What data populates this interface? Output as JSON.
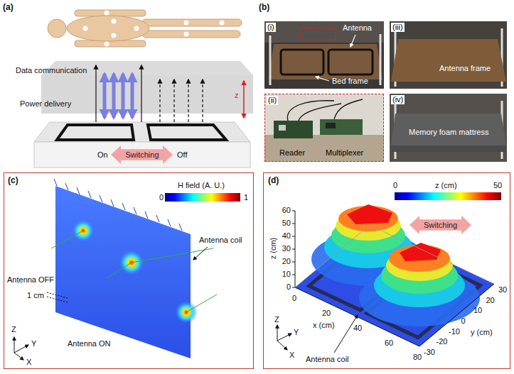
{
  "diagram": {
    "nodes": [
      {
        "text": [
          "Switching"
        ]
      },
      {
        "text": [
          "(i)",
          "Antenna",
          "Bed frame"
        ]
      },
      {
        "text": [
          "(ii)",
          "Reader",
          "Multiplexer"
        ]
      },
      {
        "text": [
          "(iii)",
          "Antenna frame"
        ]
      },
      {
        "text": [
          "(iv)",
          "Memory foam mattress"
        ]
      },
      {
        "text": [
          "(c)"
        ]
      },
      {
        "text": [
          "(d)"
        ]
      },
      {
        "text": [
          "Switching"
        ],
        "in": 6
      }
    ],
    "labels": [
      "(a)",
      "Data communication",
      "Power delivery",
      "z",
      "On",
      "Off",
      "(b)",
      "H field (A. U.)",
      "0",
      "1",
      "Antenna coil",
      "Antenna OFF",
      "1 cm",
      "Antenna ON",
      "Z",
      "Y",
      "X",
      "z (cm)",
      "0",
      "50",
      "z (cm)",
      "60",
      "50",
      "40",
      "30",
      "20",
      "10",
      "0",
      "x (cm)",
      "0",
      "20",
      "40",
      "60",
      "80",
      "30",
      "20",
      "10",
      "0",
      "-10",
      "-20",
      "-30",
      "y (cm)",
      "Antenna coil",
      "Z",
      "Y",
      "X"
    ]
  }
}
